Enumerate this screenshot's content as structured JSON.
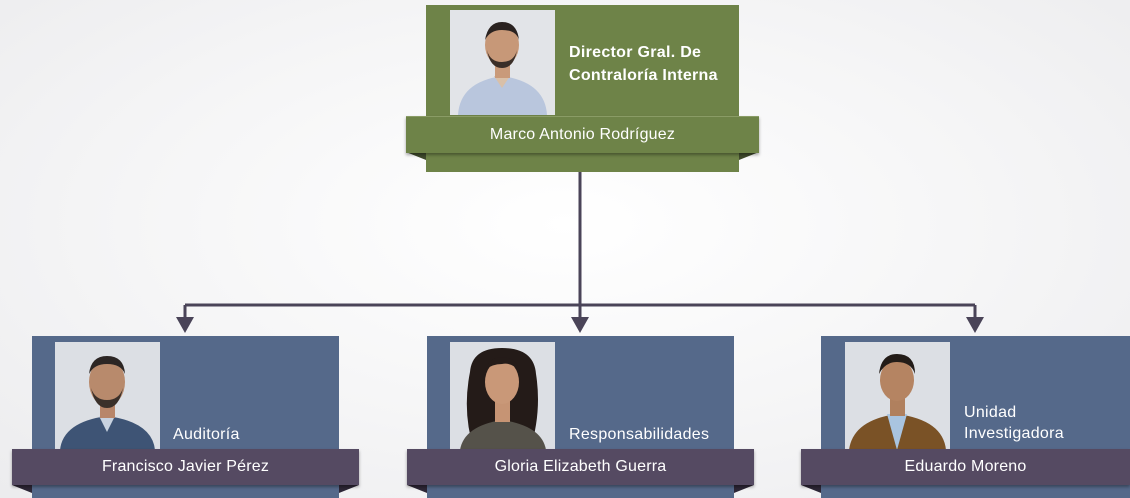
{
  "top": {
    "role": "Director Gral. De Contraloría Interna",
    "name": "Marco Antonio Rodríguez"
  },
  "subs": [
    {
      "role": "Auditoría",
      "name": "Francisco Javier Pérez"
    },
    {
      "role": "Responsabilidades",
      "name": "Gloria Elizabeth Guerra"
    },
    {
      "role": "Unidad Investigadora",
      "name": "Eduardo Moreno"
    }
  ],
  "colors": {
    "top_box": "#6e8348",
    "sub_box": "#55698a",
    "sub_ribbon": "#554a62",
    "connector": "#4a4458"
  }
}
